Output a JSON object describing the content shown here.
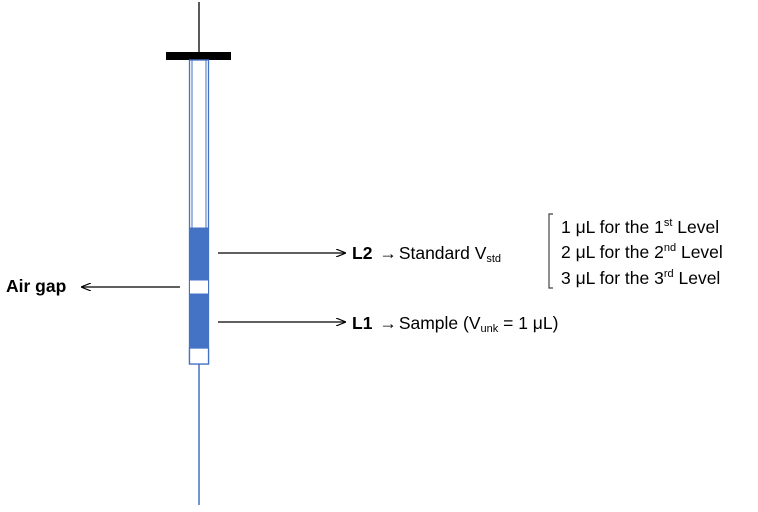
{
  "colors": {
    "liquid": "#4472c4",
    "outline": "#4472c4",
    "needle": "#4472c4",
    "plunger": "#000000",
    "text": "#000000"
  },
  "labels": {
    "air_gap": "Air gap",
    "l2": {
      "tag": "L2",
      "arrow": "→",
      "text": "Standard V",
      "sub": "std"
    },
    "l1": {
      "tag": "L1",
      "arrow": "→",
      "text_before": "Sample (V",
      "sub": "unk",
      "text_after": " = 1 μL)"
    },
    "levels": [
      {
        "prefix": "1 μL for the 1",
        "sup": "st",
        "suffix": " Level"
      },
      {
        "prefix": "2 μL for the 2",
        "sup": "nd",
        "suffix": " Level"
      },
      {
        "prefix": "3 μL for the 3",
        "sup": "rd",
        "suffix": " Level"
      }
    ]
  }
}
